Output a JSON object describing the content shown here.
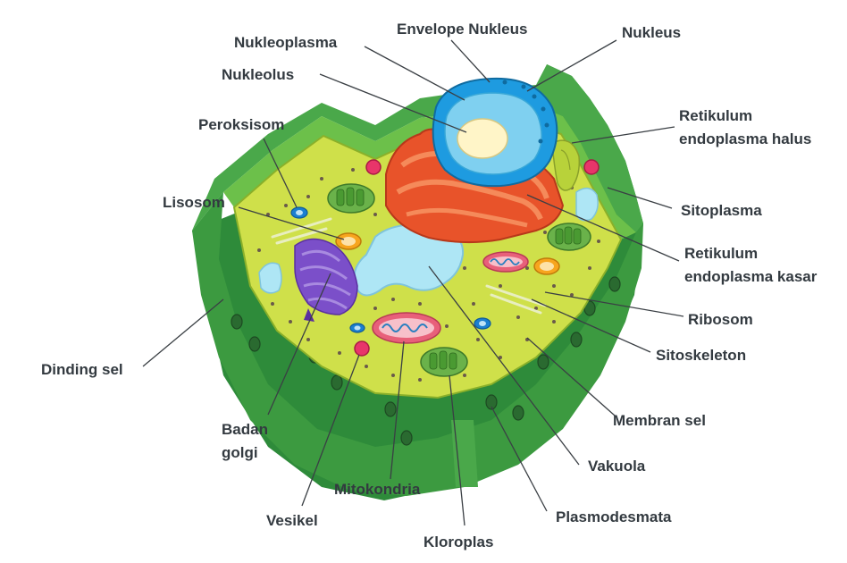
{
  "labels": {
    "nukleoplasma": "Nukleoplasma",
    "envelope_nukleus": "Envelope Nukleus",
    "nukleus": "Nukleus",
    "nukleolus": "Nukleolus",
    "peroksisom": "Peroksisom",
    "retikulum_halus_1": "Retikulum",
    "retikulum_halus_2": "endoplasma halus",
    "lisosom": "Lisosom",
    "sitoplasma": "Sitoplasma",
    "retikulum_kasar_1": "Retikulum",
    "retikulum_kasar_2": "endoplasma kasar",
    "ribosom": "Ribosom",
    "sitoskeleton": "Sitoskeleton",
    "dinding_sel": "Dinding sel",
    "membran_sel": "Membran sel",
    "badan_golgi_1": "Badan",
    "badan_golgi_2": "golgi",
    "vakuola": "Vakuola",
    "mitokondria": "Mitokondria",
    "plasmodesmata": "Plasmodesmata",
    "vesikel": "Vesikel",
    "kloroplas": "Kloroplas"
  },
  "colors": {
    "cell_wall_dark": "#2e8b3a",
    "cell_wall_mid": "#4aa84a",
    "cell_wall_light": "#6cc04a",
    "cytoplasm": "#cfe04a",
    "nucleus": "#1e9be0",
    "nucleoplasm": "#7fd0f0",
    "nucleolus": "#fff5c8",
    "rough_er": "#e8532a",
    "smooth_er": "#b8d23a",
    "vacuole": "#aee6f5",
    "golgi": "#7b4fc9",
    "mitochondria": "#e8607a",
    "chloroplast": "#6ab24a",
    "lysosome": "#f7a51e",
    "vesicle": "#e8356a",
    "peroxisome": "#1b7fd0"
  }
}
